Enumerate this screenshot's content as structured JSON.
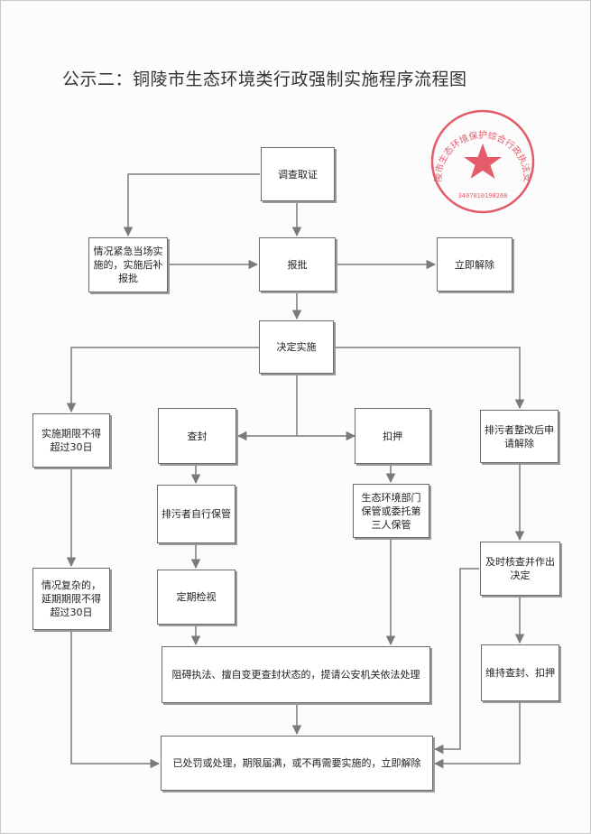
{
  "title": "公示二：铜陵市生态环境类行政强制实施程序流程图",
  "seal": {
    "ring_text": "铜陵市生态环境保护综合行政执法支队",
    "code": "3407010198268",
    "color": "#e24a5b"
  },
  "nodes": {
    "investigate": "调查取证",
    "emergency": "情况紧急当场实施的，实施后补报批",
    "approve": "报批",
    "release_now": "立即解除",
    "decide": "决定实施",
    "limit30": "实施期限不得超过30日",
    "seal_up": "查封",
    "detain": "扣押",
    "rectify": "排污者整改后申请解除",
    "self_keep": "排污者自行保管",
    "agency_keep": "生态环境部门保管或委托第三人保管",
    "extend": "情况复杂的，延期期限不得超过30日",
    "verify": "及时核查并作出决定",
    "inspect": "定期检视",
    "obstruct": "阻碍执法、擅自变更查封状态的，提请公安机关依法处理",
    "maintain": "维持查封、扣押",
    "final_release": "已处罚或处理，期限届满，或不再需要实施的，立即解除"
  },
  "colors": {
    "line": "#7a7a7a",
    "border": "#6a6a6a"
  }
}
